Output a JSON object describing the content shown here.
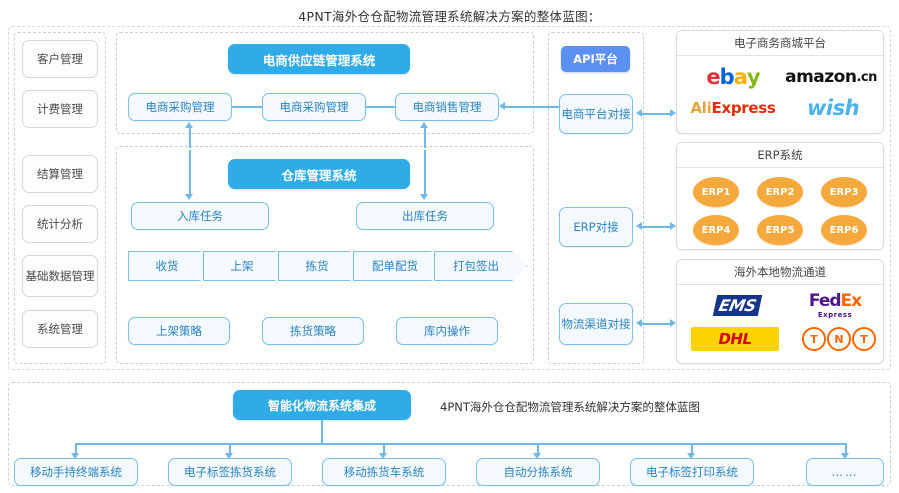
{
  "page": {
    "title": "4PNT海外仓仓配物流管理系统解决方案的整体蓝图："
  },
  "sidebar": {
    "name": "left-module-column",
    "items": [
      {
        "label": "客户管理"
      },
      {
        "label": "计费管理"
      },
      {
        "label": "结算管理"
      },
      {
        "label": "统计分析"
      },
      {
        "label": "基础数据管理"
      },
      {
        "label": "系统管理"
      }
    ]
  },
  "supply_chain": {
    "header": "电商供应链管理系统",
    "nodes": [
      {
        "label": "电商采购管理"
      },
      {
        "label": "电商采购管理"
      },
      {
        "label": "电商销售管理"
      }
    ]
  },
  "warehouse": {
    "header": "仓库管理系统",
    "tasks": [
      {
        "label": "入库任务"
      },
      {
        "label": "出库任务"
      }
    ],
    "process": [
      {
        "label": "收货"
      },
      {
        "label": "上架"
      },
      {
        "label": "拣货"
      },
      {
        "label": "配单配货"
      },
      {
        "label": "打包签出"
      }
    ],
    "strategies": [
      {
        "label": "上架策略"
      },
      {
        "label": "拣货策略"
      },
      {
        "label": "库内操作"
      }
    ]
  },
  "api": {
    "header": "API平台",
    "connectors": [
      {
        "label": "电商平台对接"
      },
      {
        "label": "ERP对接"
      },
      {
        "label": "物流渠道对接"
      }
    ]
  },
  "panels": {
    "ecommerce": {
      "title": "电子商务商城平台",
      "logos": [
        {
          "name": "ebay-logo",
          "text": "ebay"
        },
        {
          "name": "amazon-cn-logo",
          "text": "amazon.cn"
        },
        {
          "name": "aliexpress-logo",
          "text": "AliExpress"
        },
        {
          "name": "wish-logo",
          "text": "wish"
        }
      ]
    },
    "erp": {
      "title": "ERP系统",
      "items": [
        {
          "label": "ERP1"
        },
        {
          "label": "ERP2"
        },
        {
          "label": "ERP3"
        },
        {
          "label": "ERP4"
        },
        {
          "label": "ERP5"
        },
        {
          "label": "ERP6"
        }
      ]
    },
    "logistics": {
      "title": "海外本地物流通道",
      "logos": [
        {
          "name": "ems-logo",
          "text": "EMS"
        },
        {
          "name": "fedex-logo",
          "text": "FedEx",
          "sub": "Express"
        },
        {
          "name": "dhl-logo",
          "text": "DHL"
        },
        {
          "name": "tnt-logo",
          "text": "TNT"
        }
      ]
    }
  },
  "bottom": {
    "header": "智能化物流系统集成",
    "caption": "4PNT海外仓仓配物流管理系统解决方案的整体蓝图",
    "items": [
      {
        "label": "移动手持终端系统"
      },
      {
        "label": "电子标签拣货系统"
      },
      {
        "label": "移动拣货车系统"
      },
      {
        "label": "自动分拣系统"
      },
      {
        "label": "电子标签打印系统"
      },
      {
        "label": "……"
      }
    ]
  },
  "colors": {
    "accent_blue": "#2fabe8",
    "api_violet": "#5b8ff0",
    "node_border": "#7cc0e8",
    "node_text": "#2b84c4",
    "erp_orange": "#f5a83c",
    "dashed_border": "#cfcfcf"
  }
}
